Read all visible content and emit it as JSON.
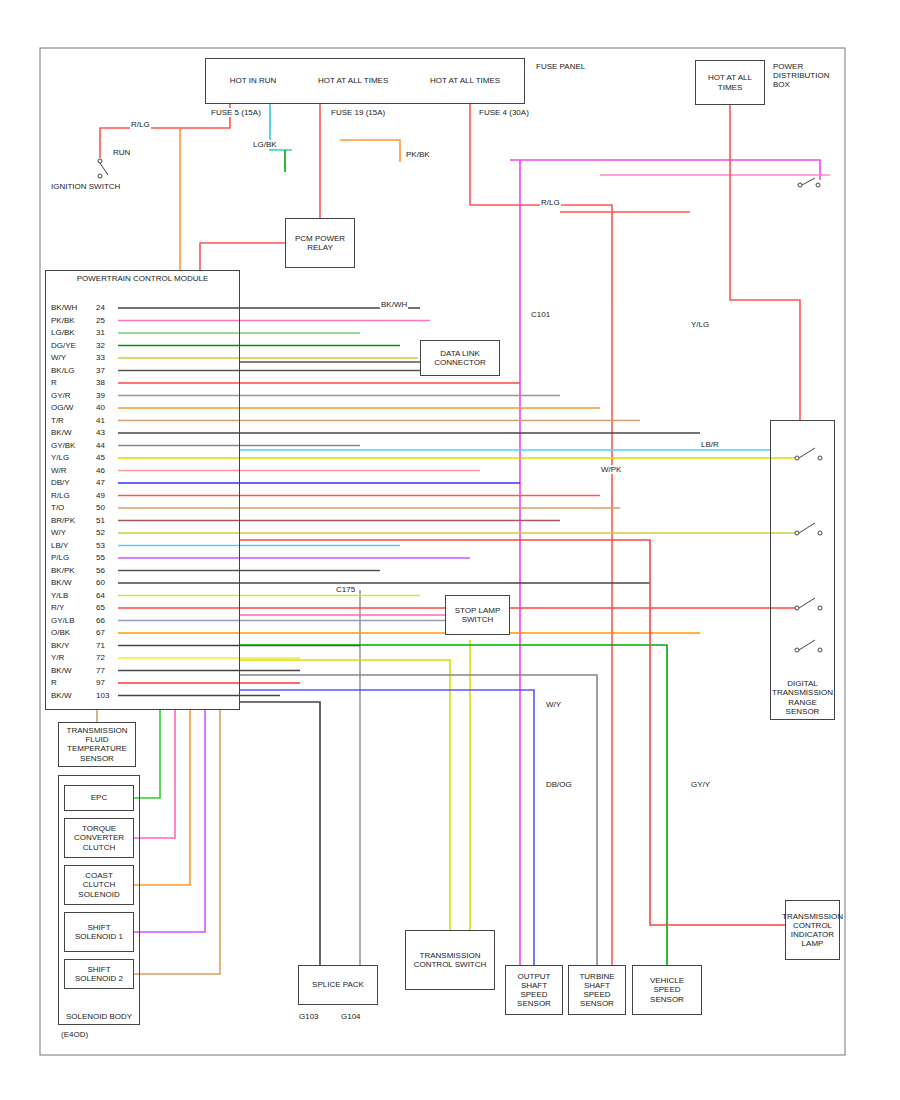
{
  "diagram": {
    "nodes": [
      {
        "text": [
          "HOT IN RUN",
          "HOT AT ALL TIMES",
          "HOT AT ALL TIMES"
        ]
      },
      {
        "text": [
          "HOT AT ALL TIMES"
        ]
      },
      {
        "text": [
          "PCM POWER RELAY"
        ]
      },
      {
        "text": [
          "POWERTRAIN CONTROL MODULE"
        ]
      },
      {
        "text": [
          "TRANSMISSION FLUID TEMPERATURE SENSOR"
        ]
      },
      {
        "text": [
          "SOLENOID BODY"
        ]
      },
      {
        "text": [
          "EPC"
        ],
        "in": 5
      },
      {
        "text": [
          "TORQUE CONVERTER CLUTCH"
        ],
        "in": 5
      },
      {
        "text": [
          "COAST CLUTCH SOLENOID"
        ],
        "in": 5
      },
      {
        "text": [
          "SHIFT SOLENOID 1"
        ],
        "in": 5
      },
      {
        "text": [
          "SHIFT SOLENOID 2"
        ],
        "in": 5
      },
      {
        "text": [
          "SPLICE PACK"
        ]
      },
      {
        "text": [
          "TRANSMISSION CONTROL SWITCH"
        ]
      },
      {
        "text": [
          "OUTPUT SHAFT SPEED SENSOR"
        ]
      },
      {
        "text": [
          "TURBINE SHAFT SPEED SENSOR"
        ]
      },
      {
        "text": [
          "VEHICLE SPEED SENSOR"
        ]
      },
      {
        "text": [
          "TRANSMISSION CONTROL INDICATOR LAMP"
        ]
      },
      {
        "text": [
          "DIGITAL TRANSMISSION RANGE SENSOR"
        ]
      },
      {
        "text": [
          "STOP LAMP SWITCH"
        ]
      },
      {
        "text": [
          "DATA LINK CONNECTOR"
        ]
      }
    ],
    "edges": [
      {
        "from": 0,
        "to": 2,
        "arrow": "none"
      },
      {
        "from": 2,
        "to": 3,
        "arrow": "none"
      },
      {
        "from": 4,
        "to": 3,
        "arrow": "none"
      },
      {
        "from": 6,
        "to": 3,
        "arrow": "none"
      },
      {
        "from": 7,
        "to": 3,
        "arrow": "none"
      },
      {
        "from": 8,
        "to": 3,
        "arrow": "none"
      },
      {
        "from": 9,
        "to": 3,
        "arrow": "none"
      },
      {
        "from": 10,
        "to": 3,
        "arrow": "none"
      },
      {
        "from": 11,
        "to": 3,
        "arrow": "none"
      },
      {
        "from": 12,
        "to": 3,
        "arrow": "none"
      },
      {
        "from": 13,
        "to": 3,
        "arrow": "none"
      },
      {
        "from": 14,
        "to": 3,
        "arrow": "none"
      },
      {
        "from": 15,
        "to": 3,
        "arrow": "none"
      },
      {
        "from": 16,
        "to": 3,
        "arrow": "none"
      },
      {
        "from": 17,
        "to": 3,
        "arrow": "none"
      },
      {
        "from": 18,
        "to": 3,
        "arrow": "none"
      },
      {
        "from": 19,
        "to": 3,
        "arrow": "none"
      },
      {
        "from": 1,
        "to": 17,
        "arrow": "none"
      }
    ],
    "labels": [
      "BK/WH",
      "24",
      "PK/BK",
      "25",
      "LG/BK",
      "31",
      "DG/YE",
      "32",
      "W/Y",
      "33",
      "BK/LG",
      "37",
      "R",
      "38",
      "GY/R",
      "39",
      "OG/W",
      "40",
      "T/R",
      "41",
      "BK/W",
      "43",
      "GY/BK",
      "44",
      "Y/LG",
      "45",
      "W/R",
      "46",
      "DB/Y",
      "47",
      "R/LG",
      "49",
      "T/O",
      "50",
      "BR/PK",
      "51",
      "W/Y",
      "52",
      "LB/Y",
      "53",
      "P/LG",
      "55",
      "BK/PK",
      "56",
      "BK/W",
      "60",
      "Y/LB",
      "64",
      "R/Y",
      "65",
      "GY/LB",
      "66",
      "O/BK",
      "67",
      "BK/Y",
      "71",
      "Y/R",
      "72",
      "BK/W",
      "77",
      "R",
      "97",
      "BK/W",
      "103",
      "IGNITION SWITCH",
      "RUN",
      "FUSE 5 (15A)",
      "FUSE 19 (15A)",
      "FUSE 4 (30A)",
      "FUSE PANEL",
      "POWER DISTRIBUTION BOX",
      "R/LG",
      "LG/BK",
      "PK/BK",
      "R/LG",
      "Y/LG",
      "BK/WH",
      "LB/R",
      "W/PK",
      "G103",
      "G104",
      "C175",
      "W/Y",
      "DB/OG",
      "GY/Y",
      "C101",
      "(E4OD)"
    ]
  }
}
